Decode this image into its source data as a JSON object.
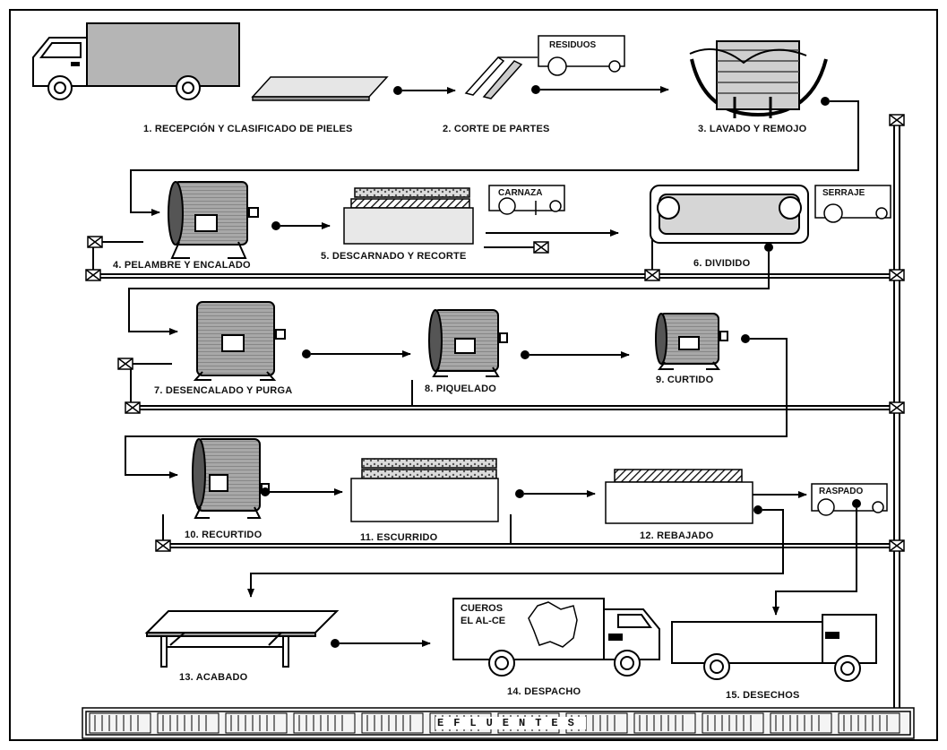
{
  "steps": {
    "s1": "1. RECEPCIÓN Y CLASIFICADO DE PIELES",
    "s2": "2. CORTE DE PARTES",
    "s3": "3. LAVADO Y REMOJO",
    "s4": "4. PELAMBRE Y ENCALADO",
    "s5": "5. DESCARNADO Y RECORTE",
    "s6": "6. DIVIDIDO",
    "s7": "7. DESENCALADO Y PURGA",
    "s8": "8. PIQUELADO",
    "s9": "9. CURTIDO",
    "s10": "10. RECURTIDO",
    "s11": "11. ESCURRIDO",
    "s12": "12. REBAJADO",
    "s13": "13. ACABADO",
    "s14": "14. DESPACHO",
    "s15": "15. DESECHOS"
  },
  "bins": {
    "residuos": "RESIDUOS",
    "carnaza": "CARNAZA",
    "serraje": "SERRAJE",
    "raspado": "RASPADO"
  },
  "truck_brand": {
    "line1": "CUEROS",
    "line2": "EL AL-CE"
  },
  "effluent_label": "EFLUENTES",
  "colors": {
    "line": "#000000",
    "truck_cargo": "#b5b5b5",
    "drum": "#9a9a9a",
    "background": "#ffffff"
  }
}
